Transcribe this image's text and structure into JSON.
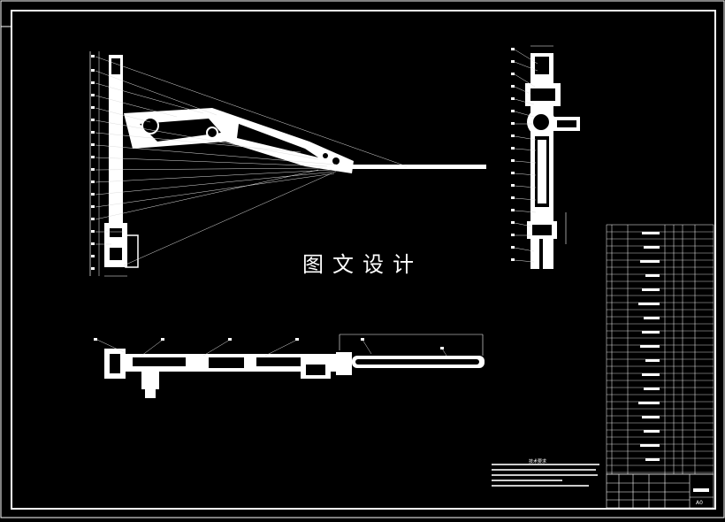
{
  "drawing": {
    "watermark": "图文设计",
    "sheet_number": "A0",
    "notes_title": "技术要求"
  },
  "colors": {
    "background": "#000000",
    "lines": "#ffffff",
    "thin_lines": "#cfcfcf"
  }
}
